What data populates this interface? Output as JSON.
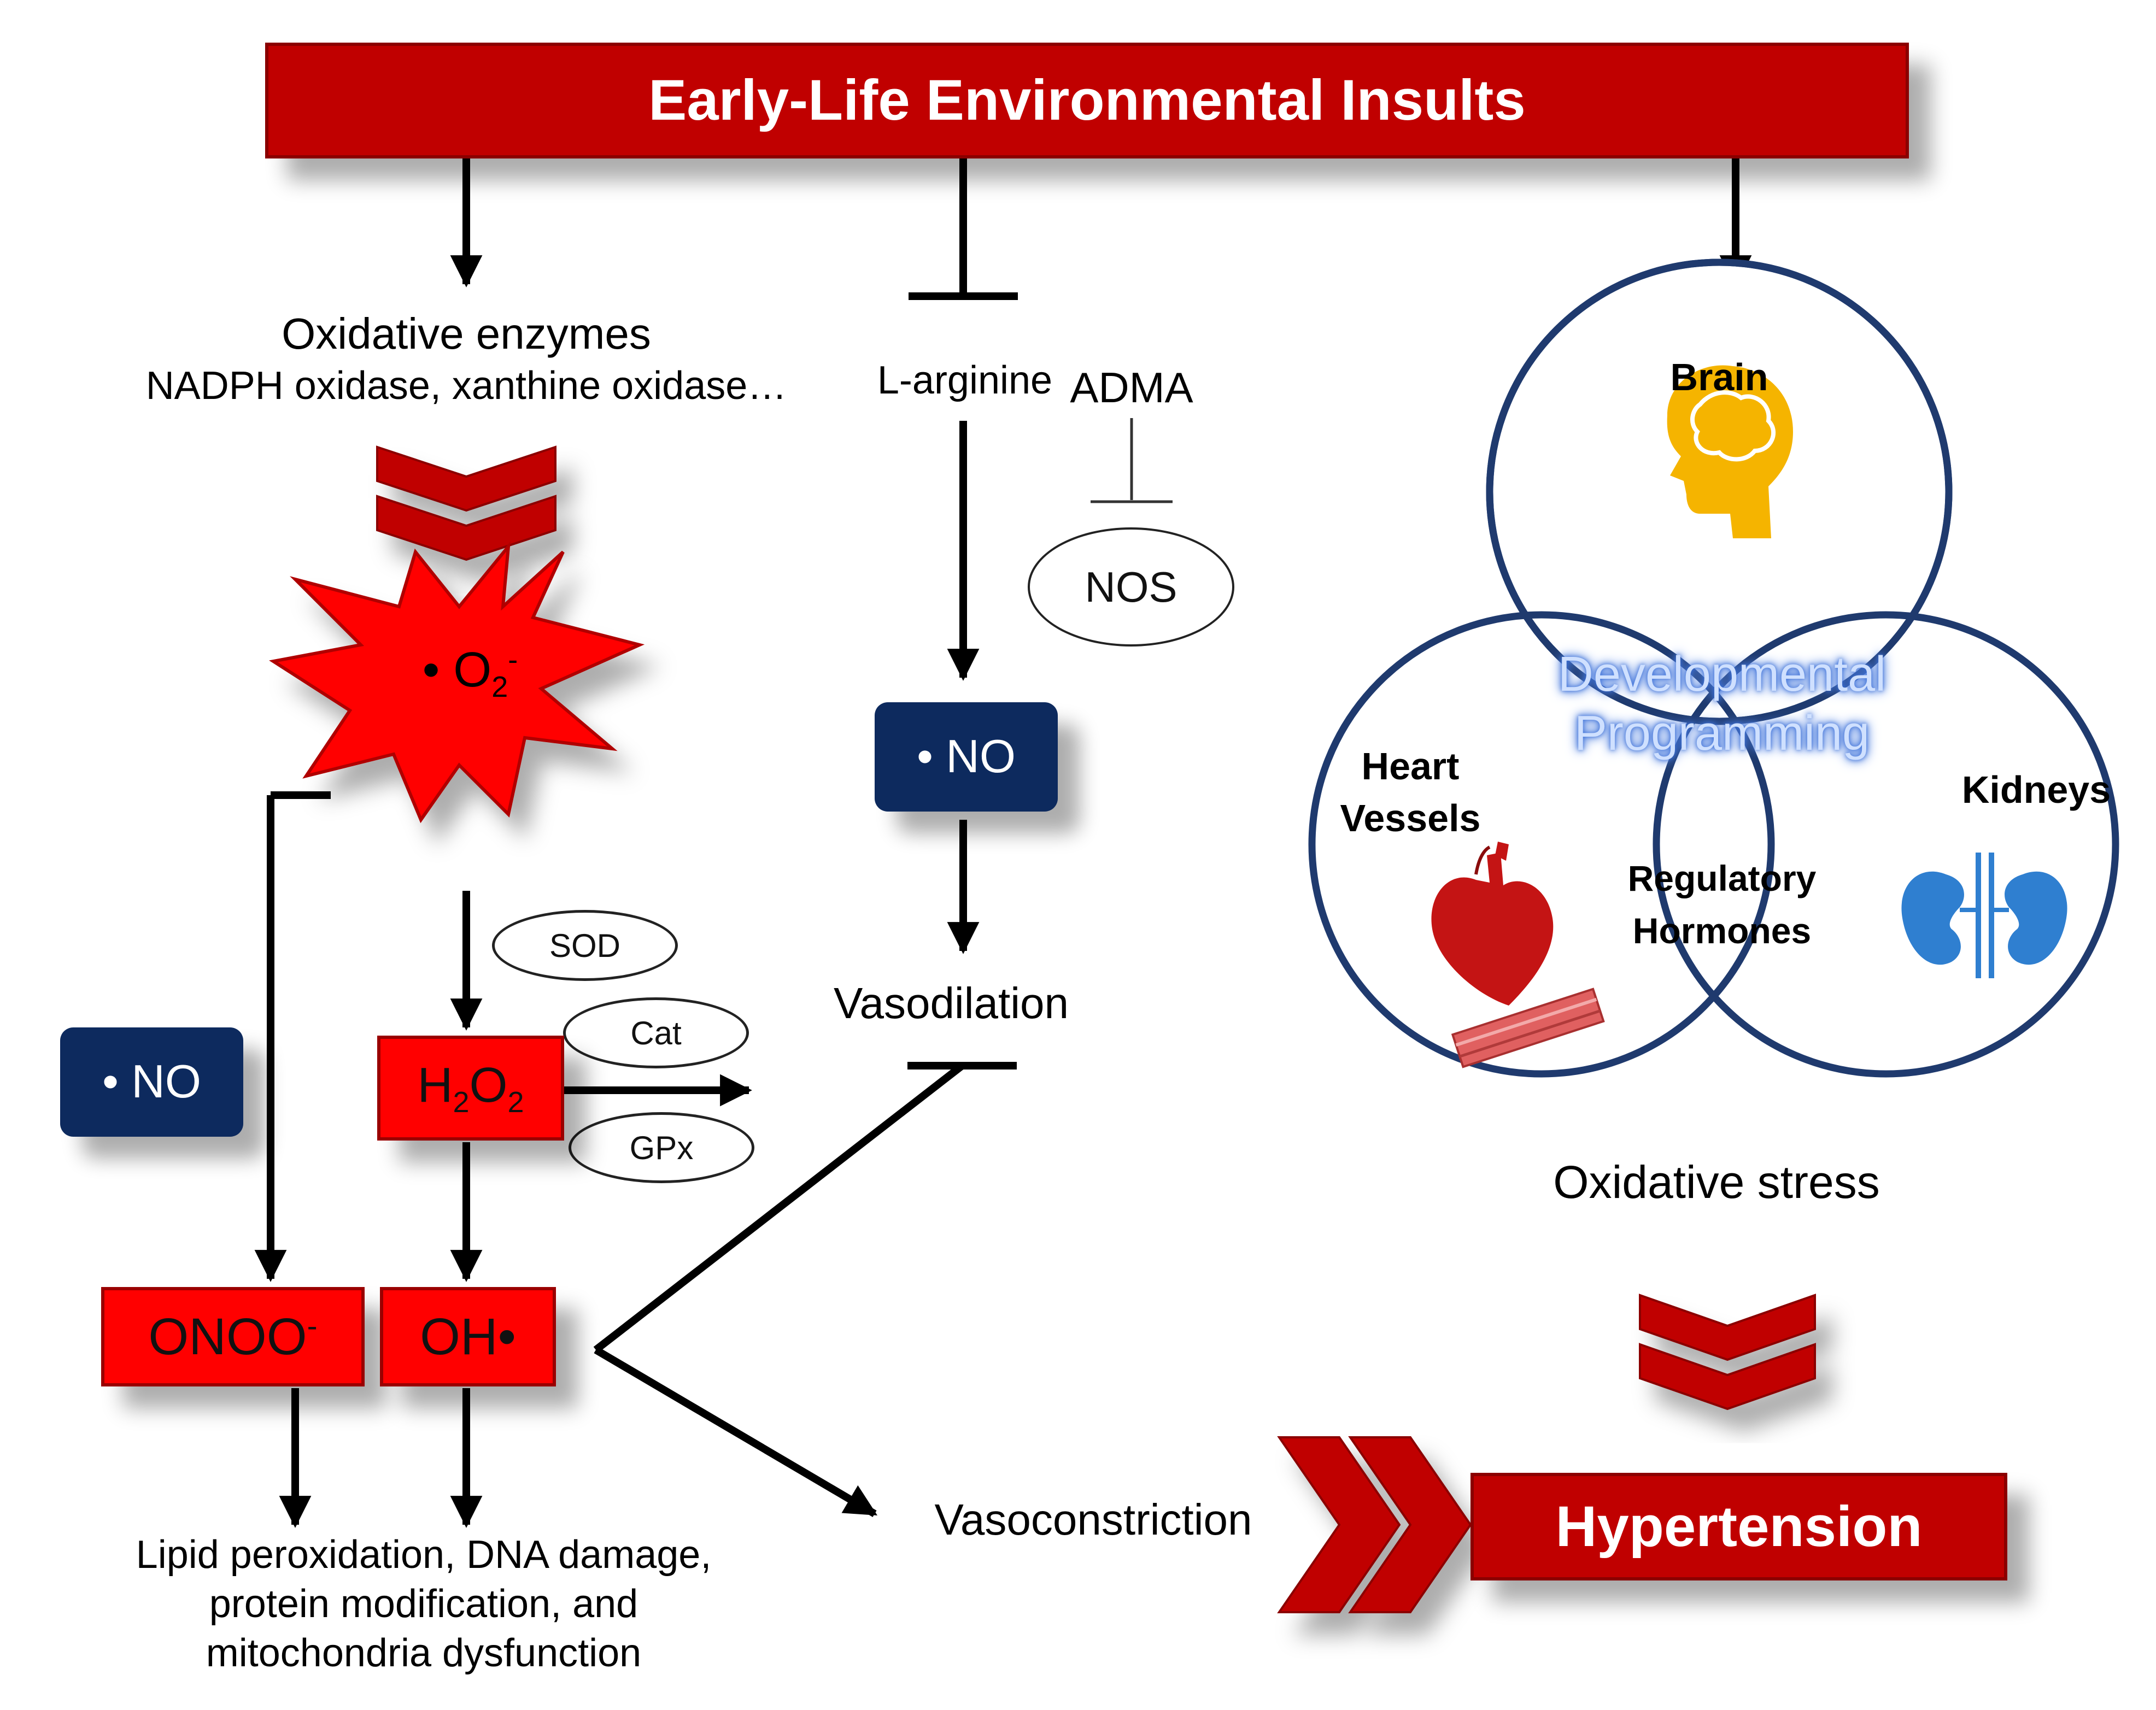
{
  "title": "Early-Life Environmental Insults",
  "oxidative_enzymes": {
    "heading": "Oxidative enzymes",
    "detail": "NADPH oxidase, xanthine oxidase…"
  },
  "superoxide": {
    "dot": "•",
    "base": "O",
    "sub": "2",
    "sup": "-"
  },
  "h2o2": {
    "a": "H",
    "sub1": "2",
    "b": "O",
    "sub2": "2"
  },
  "enzymes": {
    "sod": "SOD",
    "cat": "Cat",
    "gpx": "GPx"
  },
  "no_left": "• NO",
  "no_center": "• NO",
  "peroxynitrite": {
    "base": "ONOO",
    "sup": "-"
  },
  "hydroxyl": "OH•",
  "damage_text": [
    "Lipid peroxidation, DNA damage,",
    "protein modification, and",
    "mitochondria dysfunction"
  ],
  "l_arginine": "L-arginine",
  "adma": "ADMA",
  "nos": "NOS",
  "vasodilation": "Vasodilation",
  "vasoconstriction": "Vasoconstriction",
  "hypertension": "Hypertension",
  "organs": {
    "brain": "Brain",
    "heart_vessels": [
      "Heart",
      "Vessels"
    ],
    "kidneys": "Kidneys",
    "regulatory": [
      "Regulatory",
      "Hormones"
    ],
    "center": [
      "Developmental",
      "Programming"
    ]
  },
  "oxidative_stress": "Oxidative stress",
  "colors": {
    "banner": "#c00000",
    "box_red": "#ff0000",
    "navy": "#0d2a5e",
    "circle": "#1f3a6e",
    "brain": "#f5b400",
    "heart": "#c41414",
    "kidney": "#2f7fd0"
  },
  "icons": [
    "brain-icon",
    "heart-icon",
    "blood-vessel-icon",
    "kidney-icon",
    "chevron-down-icon",
    "chevron-right-icon",
    "starburst-icon"
  ]
}
